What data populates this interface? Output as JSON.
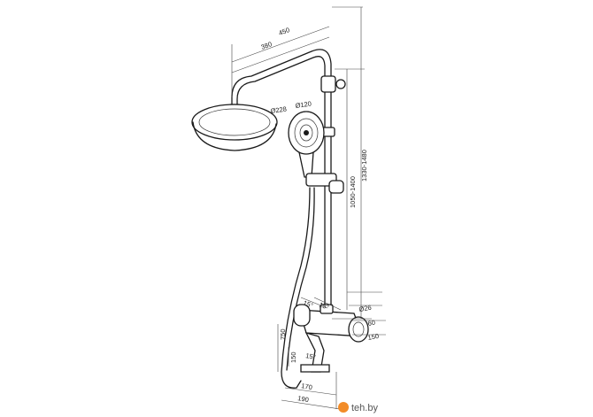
{
  "dimensions": {
    "top_outer": "450",
    "top_inner": "380",
    "shower_head_diam": "Ø228",
    "hand_shower_diam": "Ø120",
    "height_range_a": "1330-1480",
    "height_range_b": "1050-1400",
    "bar_diam": "Ø26",
    "angle_a": "15°",
    "angle_b": "15°",
    "depth_a": "170",
    "depth_b": "190",
    "offset_a": "60",
    "offset_b": "150",
    "left_height": "750",
    "spout_height": "150",
    "spout_angle": "15°"
  },
  "watermark": {
    "text": "teh.by",
    "colors": {
      "icon": "#f28c28",
      "text": "#555555"
    }
  }
}
